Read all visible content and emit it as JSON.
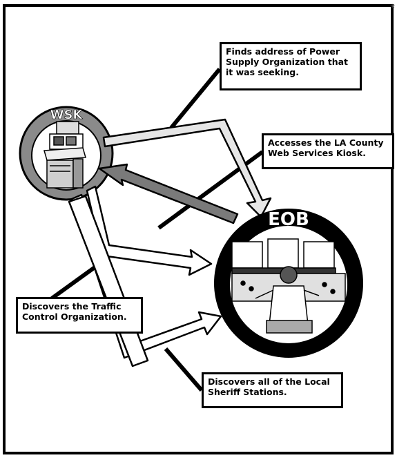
{
  "nodes": {
    "wsk": {
      "label": "WSK"
    },
    "eob": {
      "label": "EOB"
    }
  },
  "callouts": {
    "power_supply": [
      "Finds address of Power",
      "Supply Organization that",
      "it was seeking."
    ],
    "kiosk": [
      "Accesses the LA County",
      "Web Services Kiosk."
    ],
    "traffic": [
      "Discovers the Traffic",
      "Control Organization."
    ],
    "sheriff": [
      "Discovers all of the Local",
      "Sheriff Stations."
    ]
  },
  "colors": {
    "frame": "#000000",
    "ring": "#8a8a8a",
    "light_arrow": "#e6e6e6",
    "dark_arrow": "#7a7a7a",
    "white": "#ffffff"
  }
}
